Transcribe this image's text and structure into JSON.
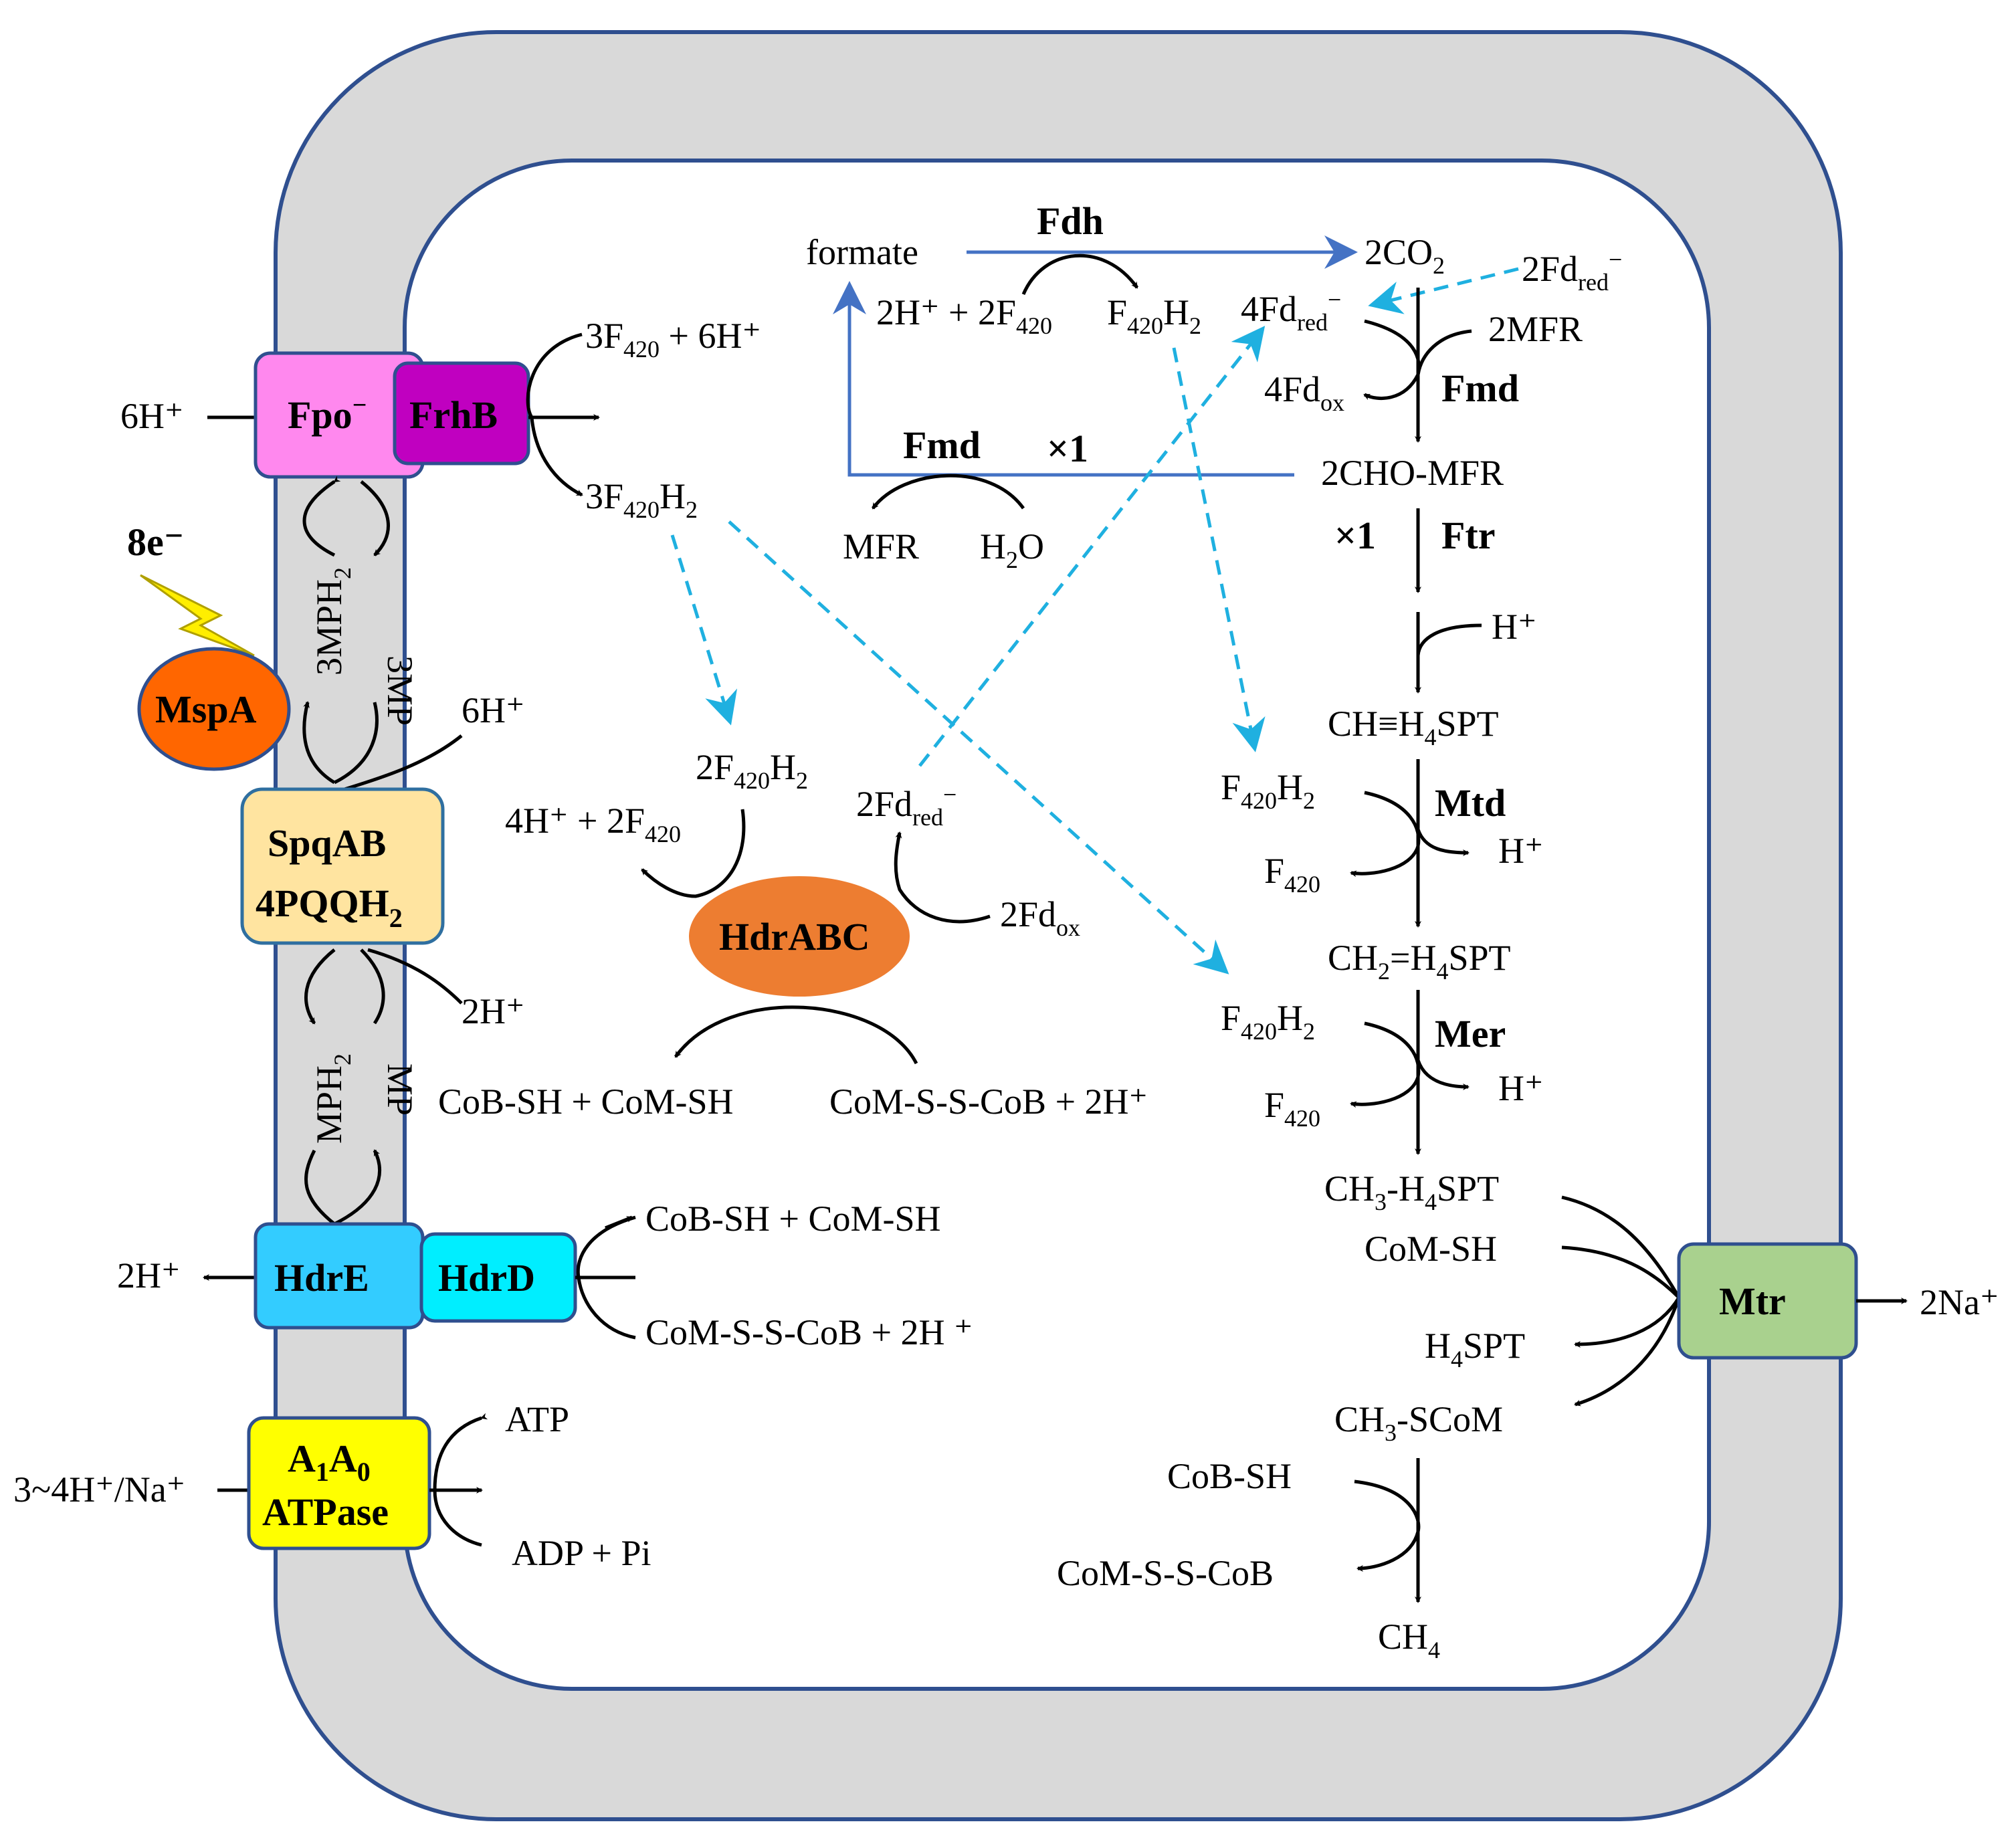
{
  "enzymes": {
    "fpo": "Fpo",
    "fpo_sup": "−",
    "frhb": "FrhB",
    "mspa": "MspA",
    "spqab": "SpqAB",
    "pqqh2_main": "4PQQH",
    "pqqh2_sub": "2",
    "hdrabc": "HdrABC",
    "hdre": "HdrE",
    "hdrd": "HdrD",
    "atpase_line1_main": "A",
    "atpase_line1_sub1": "1",
    "atpase_line1_mid": "A",
    "atpase_line1_sub2": "0",
    "atpase_line2": "ATPase",
    "mtr": "Mtr",
    "fdh": "Fdh",
    "fmd_top": "Fmd",
    "fmd_left": "Fmd",
    "times1_left": "×1",
    "ftr": "Ftr",
    "times1_right": "×1",
    "mtd": "Mtd",
    "mer": "Mer"
  },
  "electrons": "8e⁻",
  "labels": {
    "h6_left": "6H⁺",
    "frh_f420": "3F",
    "frh_f420_sub": "420",
    "frh_f420_tail": " + 6H⁺",
    "frh_f420h2": "3F",
    "frh_f420h2_sub": "420",
    "frh_f420h2_tail": "H",
    "frh_f420h2_sub2": "2",
    "mph2_3": "3MPH",
    "mph2_3_sub": "2",
    "mp_3": "3MP",
    "h6_mid": "6H⁺",
    "h2_mid": "2H⁺",
    "mph2": "MPH",
    "mph2_sub": "2",
    "mp": "MP",
    "h2_left": "2H⁺",
    "hdr_cob": "CoB-SH + CoM-SH",
    "hdr_com": "CoM-S-S-CoB + 2H ⁺",
    "atp": "ATP",
    "adp": "ADP + Pi",
    "h_na_left": "3~4H⁺/Na⁺",
    "formate": "formate",
    "co2": "2CO",
    "co2_sub": "2",
    "h2f420": "2H⁺ + 2F",
    "h2f420_sub": "420",
    "f420h2_top": "F",
    "f420h2_top_sub": "420",
    "f420h2_top_tail": "H",
    "f420h2_top_sub2": "2",
    "fdred4": "4Fd",
    "fdred4_sub": "red",
    "fdred4_sup": "−",
    "fdred2_top": "2Fd",
    "fdred2_top_sub": "red",
    "fdred2_top_sup": "−",
    "mfr2": "2MFR",
    "fdox4": "4Fd",
    "fdox4_sub": "ox",
    "cho_mfr": "2CHO-MFR",
    "mfr": "MFR",
    "h2o": "H",
    "h2o_sub": "2",
    "h2o_tail": "O",
    "h_ftr": "H⁺",
    "ch_h4spt": "CH≡H",
    "ch_h4spt_sub": "4",
    "ch_h4spt_tail": "SPT",
    "hdr_f420h2": "2F",
    "hdr_f420h2_sub": "420",
    "hdr_f420h2_tail": "H",
    "hdr_f420h2_sub2": "2",
    "hdr_h4f420": "4H⁺ + 2F",
    "hdr_h4f420_sub": "420",
    "hdr_fdred": "2Fd",
    "hdr_fdred_sub": "red",
    "hdr_fdred_sup": "−",
    "hdr_fdox": "2Fd",
    "hdr_fdox_sub": "ox",
    "hdr_cob2": "CoB-SH + CoM-SH",
    "hdr_com2": "CoM-S-S-CoB + 2H⁺",
    "mtd_f420h2": "F",
    "mtd_f420h2_sub": "420",
    "mtd_f420h2_tail": "H",
    "mtd_f420h2_sub2": "2",
    "mtd_h": "H⁺",
    "mtd_f420": "F",
    "mtd_f420_sub": "420",
    "ch2_h4spt": "CH",
    "ch2_h4spt_sub": "2",
    "ch2_h4spt_tail": "=H",
    "ch2_h4spt_sub2": "4",
    "ch2_h4spt_tail2": "SPT",
    "mer_f420h2": "F",
    "mer_f420h2_sub": "420",
    "mer_f420h2_tail": "H",
    "mer_f420h2_sub2": "2",
    "mer_h": "H⁺",
    "mer_f420": "F",
    "mer_f420_sub": "420",
    "ch3_h4spt": "CH",
    "ch3_h4spt_sub": "3",
    "ch3_h4spt_tail": "-H",
    "ch3_h4spt_sub2": "4",
    "ch3_h4spt_tail2": "SPT",
    "com_sh": "CoM-SH",
    "h4spt": "H",
    "h4spt_sub": "4",
    "h4spt_tail": "SPT",
    "ch3_scom": "CH",
    "ch3_scom_sub": "3",
    "ch3_scom_tail": "-SCoM",
    "na2": "2Na⁺",
    "cob_sh": "CoB-SH",
    "com_s_s_cob": "CoM-S-S-CoB",
    "ch4": "CH",
    "ch4_sub": "4"
  },
  "colors": {
    "membrane": "#d9d9d9",
    "membrane_stroke": "#2f4f8f",
    "fpo": "#ff88ee",
    "frhb": "#c000c0",
    "mspa": "#ff6600",
    "spqab": "#ffe4a0",
    "hdrabc": "#ed7d31",
    "hdre": "#33ccff",
    "hdrd": "#00eeff",
    "atpase": "#ffff00",
    "mtr": "#a9d18e",
    "bolt": "#ffee00",
    "blue_arrow": "#4472c4",
    "dashed_arrow": "#1fb0e0"
  }
}
